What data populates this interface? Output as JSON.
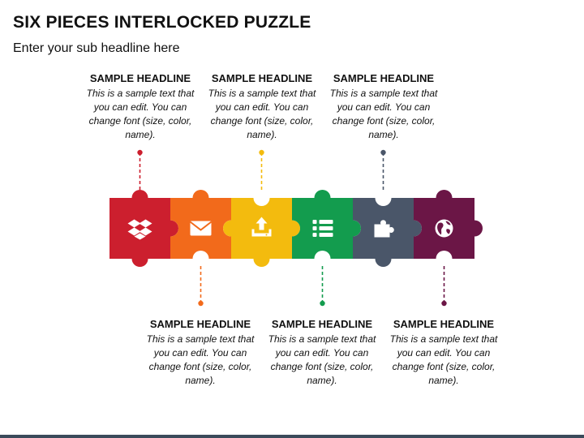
{
  "title": "SIX PIECES INTERLOCKED PUZZLE",
  "subtitle": "Enter your sub headline here",
  "pieces": [
    {
      "color": "#cc1f2e",
      "icon": "dropbox-icon",
      "headline": "SAMPLE HEADLINE",
      "text": "This is a sample text that you can edit. You can change font (size, color, name)."
    },
    {
      "color": "#f26a1b",
      "icon": "envelope-icon",
      "headline": "SAMPLE HEADLINE",
      "text": "This is a sample text that you can edit. You can change font (size, color, name)."
    },
    {
      "color": "#f3bb0e",
      "icon": "upload-icon",
      "headline": "SAMPLE HEADLINE",
      "text": "This is a sample text that you can edit. You can change font (size, color, name)."
    },
    {
      "color": "#139c4e",
      "icon": "list-icon",
      "headline": "SAMPLE HEADLINE",
      "text": "This is a sample text that you can edit. You can change font (size, color, name)."
    },
    {
      "color": "#4a5669",
      "icon": "puzzle-icon",
      "headline": "SAMPLE HEADLINE",
      "text": "This is a sample text that you can edit. You can change font (size, color, name)."
    },
    {
      "color": "#6b1646",
      "icon": "globe-icon",
      "headline": "SAMPLE HEADLINE",
      "text": "This is a sample text that you can edit. You can change font (size, color, name)."
    }
  ]
}
